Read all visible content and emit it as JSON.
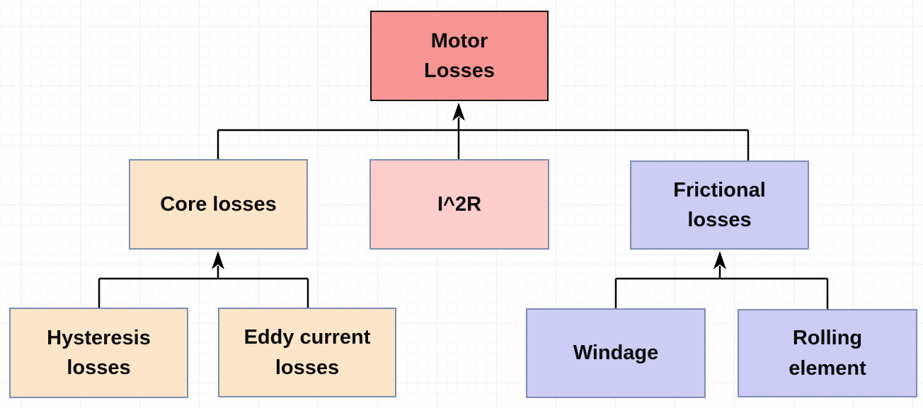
{
  "diagram_title": "Motor Losses",
  "nodes": {
    "root": {
      "label": "Motor Losses"
    },
    "core": {
      "label": "Core losses"
    },
    "i2r": {
      "label": "I^2R"
    },
    "frictional": {
      "label": "Frictional losses"
    },
    "hysteresis": {
      "label": "Hysteresis losses"
    },
    "eddy": {
      "label": "Eddy current losses"
    },
    "windage": {
      "label": "Windage"
    },
    "rolling": {
      "label": "Rolling element"
    }
  },
  "edges": [
    {
      "from": "core",
      "to": "root",
      "arrow": "up"
    },
    {
      "from": "i2r",
      "to": "root",
      "arrow": "up"
    },
    {
      "from": "frictional",
      "to": "root",
      "arrow": "up"
    },
    {
      "from": "hysteresis",
      "to": "core",
      "arrow": "up"
    },
    {
      "from": "eddy",
      "to": "core",
      "arrow": "up"
    },
    {
      "from": "windage",
      "to": "frictional",
      "arrow": "up"
    },
    {
      "from": "rolling",
      "to": "frictional",
      "arrow": "up"
    }
  ],
  "colors": {
    "root-fill": "#f69593",
    "root-border": "#111111",
    "warm-fill": "#fbe5c9",
    "pink-fill": "#fbcdcb",
    "lavender-fill": "#ccccf5",
    "node-border": "#7d8cb3",
    "edge": "#000000",
    "text": "#0b0b0b",
    "grid-major": "#ebebee",
    "grid-minor": "#f7f7f9"
  }
}
